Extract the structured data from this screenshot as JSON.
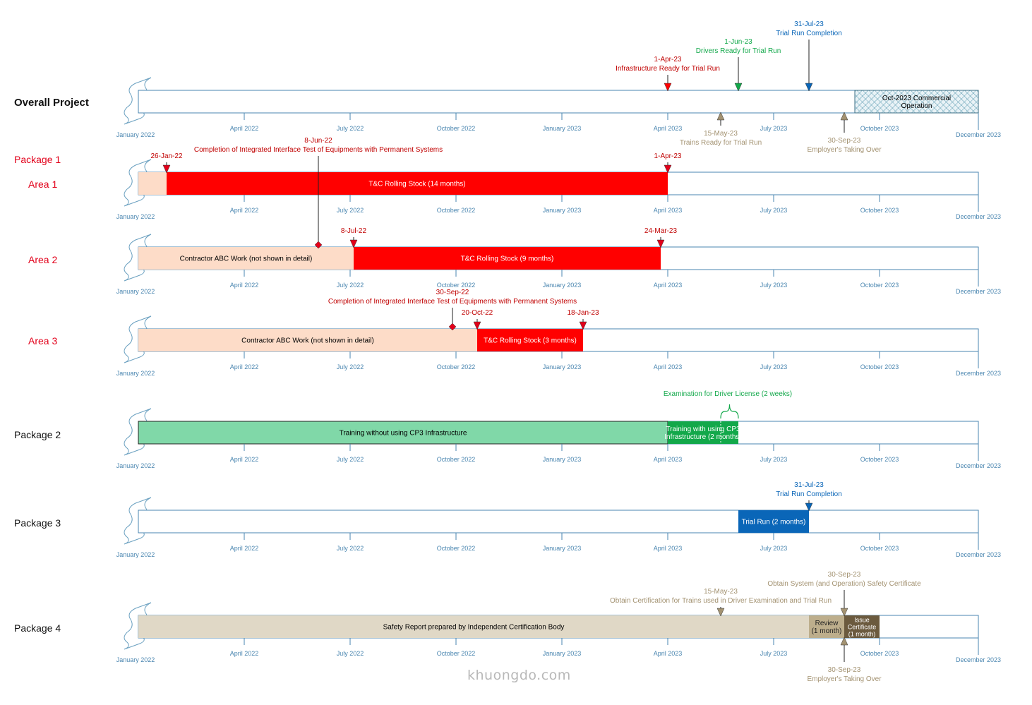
{
  "colors": {
    "axis": "#4a86b0",
    "red": "#ff0000",
    "dark_red": "#c00000",
    "peach": "#fddcc8",
    "green_light": "#80d8a8",
    "green": "#12a84a",
    "green_text": "#12a84a",
    "blue": "#0a66b8",
    "tan": "#a39271",
    "tan_light": "#e0d8c6",
    "tan_mid": "#bdae8c",
    "tan_dark": "#6b5a3e"
  },
  "month_labels": {
    "start": "January 2022",
    "end": "December 2023",
    "ticks": [
      "April 2022",
      "July 2022",
      "October 2022",
      "January 2023",
      "April 2023",
      "July 2023",
      "October 2023"
    ]
  },
  "rows": [
    {
      "id": "overall",
      "label": "Overall Project",
      "label_style": "bold",
      "bars": [
        {
          "start": 20.3,
          "end": 23.8,
          "color": "hatch",
          "lines": [
            "Oct-2023 Commercial",
            "Operation"
          ],
          "text_color": "#000000"
        }
      ],
      "milestones": [
        {
          "pos": 15.0,
          "side": "top",
          "type": "arrow",
          "color": "#ff0000",
          "text_color": "#c00000",
          "lines": [
            "1-Apr-23",
            "Infrastructure Ready for Trial Run"
          ],
          "stem": 22
        },
        {
          "pos": 17.0,
          "side": "top",
          "type": "arrow",
          "color": "#12a84a",
          "text_color": "#12a84a",
          "lines": [
            "1-Jun-23",
            "Drivers Ready for Trial Run"
          ],
          "stem": 47
        },
        {
          "pos": 19.0,
          "side": "top",
          "type": "arrow",
          "color": "#0a66b8",
          "text_color": "#0a66b8",
          "lines": [
            "31-Jul-23",
            "Trial Run Completion"
          ],
          "stem": 72
        },
        {
          "pos": 16.5,
          "side": "bottom",
          "type": "arrow",
          "color": "#a39271",
          "text_color": "#a39271",
          "lines": [
            "15-May-23",
            "Trains Ready for Trial Run"
          ],
          "stem": 18
        },
        {
          "pos": 20.0,
          "side": "bottom",
          "type": "arrow",
          "color": "#a39271",
          "text_color": "#a39271",
          "lines": [
            "30-Sep-23",
            "Employer's Taking Over"
          ],
          "stem": 28
        }
      ]
    },
    {
      "id": "area1",
      "label": "Area 1",
      "group_label": "Package 1",
      "label_style": "red",
      "bars": [
        {
          "start": 0.0,
          "end": 0.8,
          "color": "#fddcc8",
          "lines": [
            ""
          ],
          "text_color": "#000000"
        },
        {
          "start": 0.8,
          "end": 15.0,
          "color": "#ff0000",
          "lines": [
            "T&C Rolling Stock (14 months)"
          ],
          "text_color": "#ffffff"
        }
      ],
      "milestones": [
        {
          "pos": 0.8,
          "side": "top",
          "type": "arrow",
          "color": "#e2001a",
          "text_color": "#c00000",
          "lines": [
            "26-Jan-22"
          ],
          "stem": 14
        },
        {
          "pos": 15.0,
          "side": "top",
          "type": "arrow",
          "color": "#e2001a",
          "text_color": "#c00000",
          "lines": [
            "1-Apr-23"
          ],
          "stem": 14
        }
      ]
    },
    {
      "id": "area2",
      "label": "Area 2",
      "label_style": "red",
      "bars": [
        {
          "start": 0.0,
          "end": 6.1,
          "color": "#fddcc8",
          "lines": [
            "Contractor ABC Work (not shown in detail)"
          ],
          "text_color": "#000000"
        },
        {
          "start": 6.1,
          "end": 14.8,
          "color": "#ff0000",
          "lines": [
            "T&C Rolling Stock (9 months)"
          ],
          "text_color": "#ffffff"
        }
      ],
      "milestones": [
        {
          "pos": 5.1,
          "side": "top",
          "type": "diamond",
          "color": "#e2001a",
          "text_color": "#c00000",
          "lines": [
            "8-Jun-22",
            "Completion of Integrated Interface Test of Equipments with Permanent Systems"
          ],
          "stem": 129
        },
        {
          "pos": 6.1,
          "side": "top",
          "type": "arrow",
          "color": "#e2001a",
          "text_color": "#c00000",
          "lines": [
            "8-Jul-22"
          ],
          "stem": 14
        },
        {
          "pos": 14.8,
          "side": "top",
          "type": "arrow",
          "color": "#e2001a",
          "text_color": "#c00000",
          "lines": [
            "24-Mar-23"
          ],
          "stem": 14
        }
      ]
    },
    {
      "id": "area3",
      "label": "Area 3",
      "label_style": "red",
      "bars": [
        {
          "start": 0.0,
          "end": 9.6,
          "color": "#fddcc8",
          "lines": [
            "Contractor ABC Work (not shown in detail)"
          ],
          "text_color": "#000000"
        },
        {
          "start": 9.6,
          "end": 12.6,
          "color": "#ff0000",
          "lines": [
            "T&C Rolling Stock (3 months)"
          ],
          "text_color": "#ffffff"
        }
      ],
      "milestones": [
        {
          "pos": 8.9,
          "side": "top",
          "type": "diamond",
          "color": "#e2001a",
          "text_color": "#c00000",
          "lines": [
            "30-Sep-22",
            "Completion of Integrated Interface Test of Equipments with Permanent Systems"
          ],
          "stem": 30
        },
        {
          "pos": 9.6,
          "side": "top",
          "type": "arrow",
          "color": "#e2001a",
          "text_color": "#c00000",
          "lines": [
            "20-Oct-22"
          ],
          "stem": 14
        },
        {
          "pos": 12.6,
          "side": "top",
          "type": "arrow",
          "color": "#e2001a",
          "text_color": "#c00000",
          "lines": [
            "18-Jan-23"
          ],
          "stem": 14
        }
      ]
    },
    {
      "id": "package2",
      "label": "Package 2",
      "label_style": "normal",
      "bars": [
        {
          "start": 0.0,
          "end": 15.0,
          "color": "#80d8a8",
          "lines": [
            "Training without using CP3 Infrastructure"
          ],
          "text_color": "#000000",
          "outline": true
        },
        {
          "start": 15.0,
          "end": 17.0,
          "color": "#12a84a",
          "lines": [
            "Training with using CP3",
            "Infrastructure (2 months)"
          ],
          "text_color": "#ffffff",
          "split_at": 16.5
        }
      ],
      "milestones": [],
      "brace": {
        "start": 16.5,
        "end": 17.0,
        "label": "Examination for Driver License (2 weeks)",
        "color": "#12a84a"
      }
    },
    {
      "id": "package3",
      "label": "Package 3",
      "label_style": "normal",
      "bars": [
        {
          "start": 17.0,
          "end": 19.0,
          "color": "#0a66b8",
          "lines": [
            "Trial Run (2 months)"
          ],
          "text_color": "#ffffff"
        }
      ],
      "milestones": [
        {
          "pos": 19.0,
          "side": "top",
          "type": "arrow",
          "color": "#0a66b8",
          "text_color": "#0a66b8",
          "lines": [
            "31-Jul-23",
            "Trial Run Completion"
          ],
          "stem": 14
        }
      ]
    },
    {
      "id": "package4",
      "label": "Package 4",
      "label_style": "normal",
      "bars": [
        {
          "start": 0.0,
          "end": 19.0,
          "color": "#e0d8c6",
          "lines": [
            "Safety Report prepared by Independent Certification Body"
          ],
          "text_color": "#000000"
        },
        {
          "start": 19.0,
          "end": 20.0,
          "color": "#bdae8c",
          "lines": [
            "Review",
            "(1 month)"
          ],
          "text_color": "#222222"
        },
        {
          "start": 20.0,
          "end": 21.0,
          "color": "#6b5a3e",
          "lines": [
            "Issue",
            "Certificate",
            "(1 month)"
          ],
          "text_color": "#ffffff"
        }
      ],
      "milestones": [
        {
          "pos": 16.5,
          "side": "top",
          "type": "arrow",
          "color": "#a39271",
          "text_color": "#a39271",
          "lines": [
            "15-May-23",
            "Obtain Certification for Trains used in Driver Examination and Trial Run"
          ],
          "stem": 12
        },
        {
          "pos": 20.0,
          "side": "top",
          "type": "arrow",
          "color": "#a39271",
          "text_color": "#a39271",
          "lines": [
            "30-Sep-23",
            "Obtain System (and Operation) Safety Certificate"
          ],
          "stem": 36
        },
        {
          "pos": 20.0,
          "side": "bottom",
          "type": "arrow",
          "color": "#a39271",
          "text_color": "#a39271",
          "lines": [
            "30-Sep-23",
            "Employer's Taking Over"
          ],
          "stem": 34
        }
      ]
    }
  ],
  "watermark": "khuongdo.com"
}
